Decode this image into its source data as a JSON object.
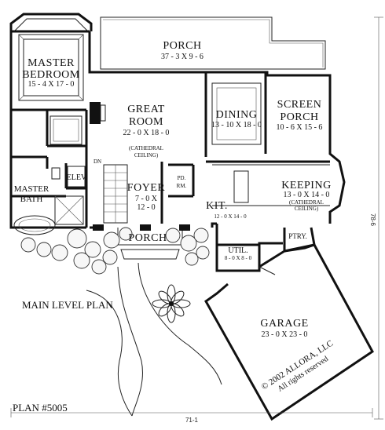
{
  "plan": {
    "title": "MAIN LEVEL PLAN",
    "plan_number": "PLAN #5005",
    "copyright": "© 2002 ALLORA, LLC",
    "rights": "All rights reserved",
    "width_dimension": "71-1",
    "depth_dimension": "78-6"
  },
  "rooms": {
    "porch": {
      "name": "PORCH",
      "size": "37 - 3 X 9 - 6"
    },
    "master_bedroom": {
      "name_1": "MASTER",
      "name_2": "BEDROOM",
      "size": "15 - 4 X 17 - 0"
    },
    "great_room": {
      "name_1": "GREAT",
      "name_2": "ROOM",
      "size": "22 - 0 X 18 - 0",
      "note_1": "(CATHEDRAL",
      "note_2": "CEILING)"
    },
    "dining": {
      "name": "DINING",
      "size": "13 - 10 X 18 - 0"
    },
    "screen_porch": {
      "name_1": "SCREEN",
      "name_2": "PORCH",
      "size": "10 - 6 X 15 - 6"
    },
    "keeping": {
      "name": "KEEPING",
      "size": "13 - 0 X 14 - 0",
      "note_1": "(CATHEDRAL",
      "note_2": "CEILING)"
    },
    "foyer": {
      "name": "FOYER",
      "size_1": "7 - 0 X",
      "size_2": "12 - 0"
    },
    "master_bath": {
      "name_1": "MASTER",
      "name_2": "BATH"
    },
    "elevator": {
      "name": "ELEV."
    },
    "powder_room": {
      "name_1": "PD.",
      "name_2": "RM."
    },
    "kitchen": {
      "name": "KIT.",
      "size": "12 - 0 X 14 - 0"
    },
    "front_porch": {
      "name": "PORCH"
    },
    "utility": {
      "name": "UTIL.",
      "size": "8 - 0 X 8 - 0"
    },
    "pantry": {
      "name": "PTRY."
    },
    "garage": {
      "name": "GARAGE",
      "size": "23 - 0 X 23 - 0"
    },
    "stair_down": {
      "name": "DN"
    }
  }
}
